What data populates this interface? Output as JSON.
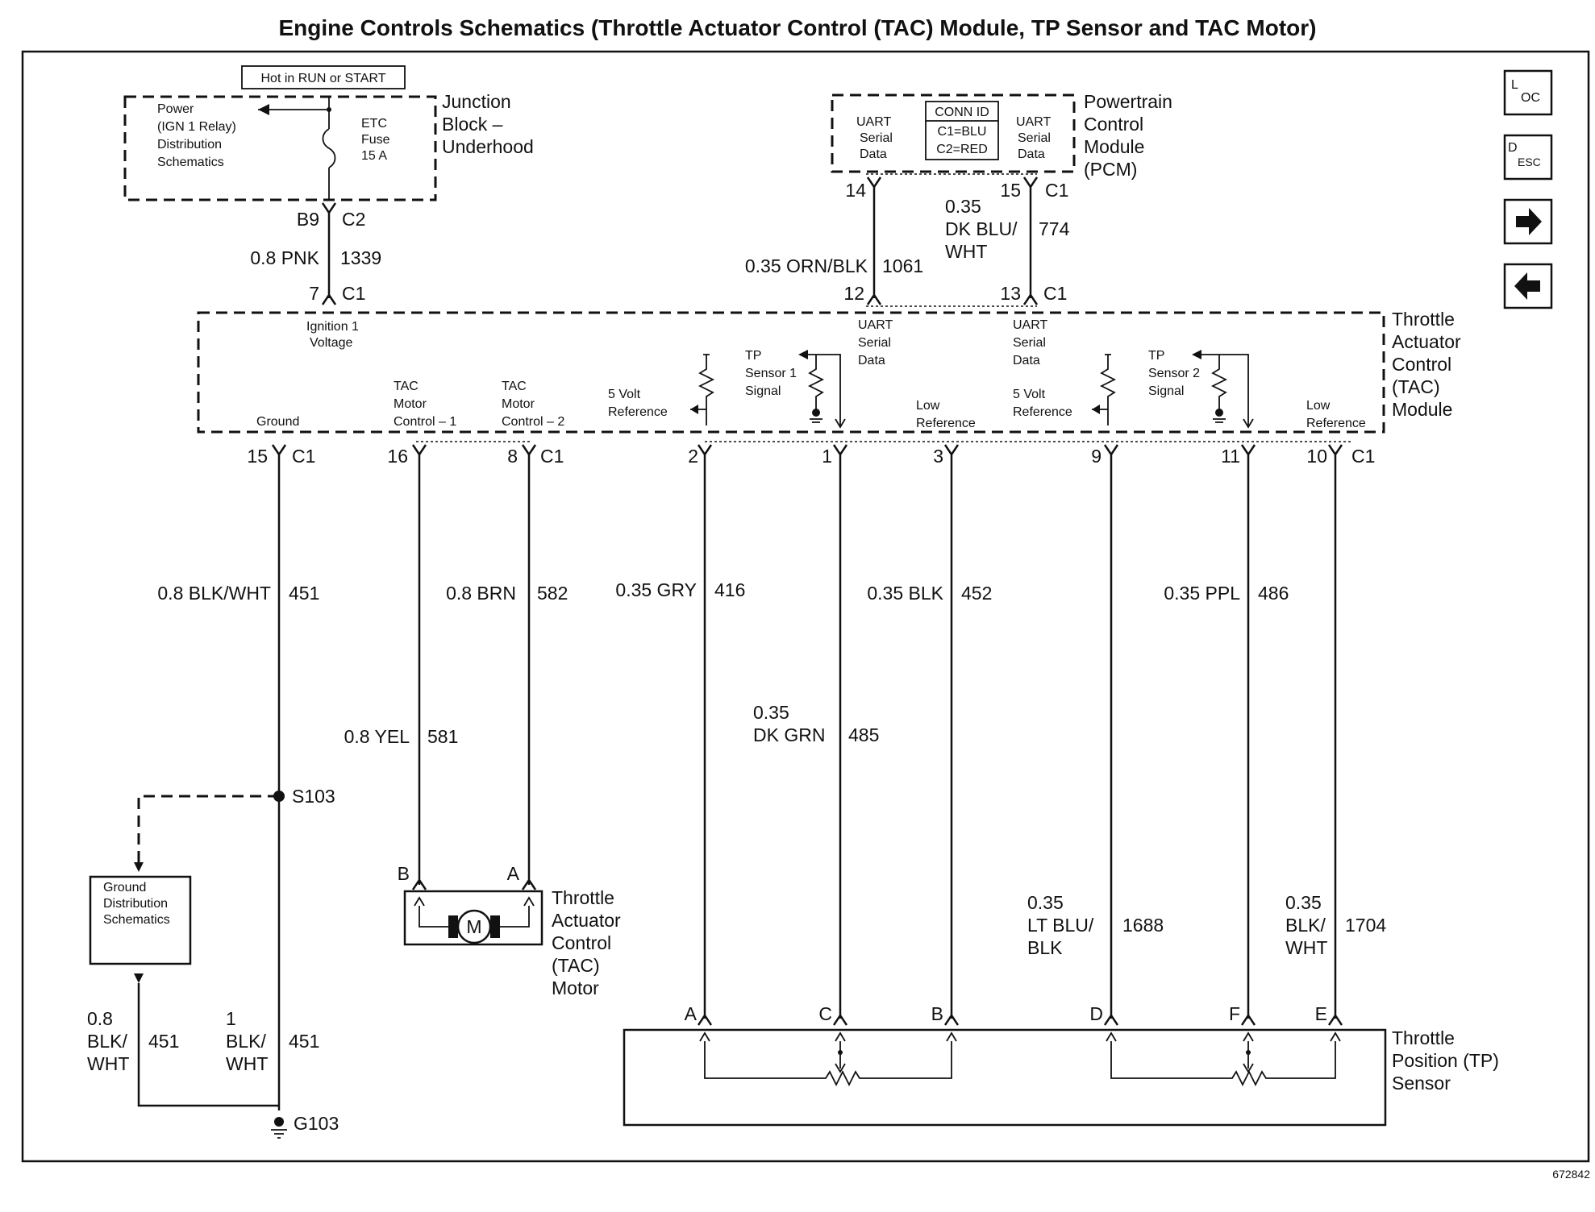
{
  "title": "Engine Controls Schematics (Throttle Actuator Control (TAC) Module, TP Sensor and TAC Motor)",
  "figure_number": "672842",
  "nav_buttons": [
    {
      "name": "loc-button",
      "label_main": "L",
      "label_sub": "OC"
    },
    {
      "name": "desc-button",
      "label_main": "D",
      "label_sub": "ESC"
    },
    {
      "name": "forward-arrow-button",
      "icon": "arrow-right-icon"
    },
    {
      "name": "back-arrow-button",
      "icon": "arrow-left-icon"
    }
  ],
  "junction_block": {
    "hot_label": "Hot in RUN or START",
    "power_label": [
      "Power",
      "(IGN 1 Relay)",
      "Distribution",
      "Schematics"
    ],
    "fuse_label": [
      "ETC",
      "Fuse",
      "15 A"
    ],
    "name": [
      "Junction",
      "Block –",
      "Underhood"
    ],
    "connector_pin": "B9",
    "connector": "C2"
  },
  "pcm": {
    "name": [
      "Powertrain",
      "Control",
      "Module",
      "(PCM)"
    ],
    "left_label": [
      "UART",
      "Serial",
      "Data"
    ],
    "right_label": [
      "UART",
      "Serial",
      "Data"
    ],
    "conn_id_title": "CONN ID",
    "conn_id_lines": [
      "C1=BLU",
      "C2=RED"
    ],
    "pin_left": "14",
    "pin_right": "15",
    "connector": "C1"
  },
  "tac_module": {
    "name": [
      "Throttle",
      "Actuator",
      "Control",
      "(TAC)",
      "Module"
    ],
    "ignition_label": [
      "Ignition 1",
      "Voltage"
    ],
    "labels": {
      "ground": "Ground",
      "motor1": [
        "TAC",
        "Motor",
        "Control – 1"
      ],
      "motor2": [
        "TAC",
        "Motor",
        "Control – 2"
      ],
      "ref5v_1": [
        "5 Volt",
        "Reference"
      ],
      "tp1": [
        "TP",
        "Sensor 1",
        "Signal"
      ],
      "uart1": [
        "UART",
        "Serial",
        "Data"
      ],
      "low1": [
        "Low",
        "Reference"
      ],
      "uart2": [
        "UART",
        "Serial",
        "Data"
      ],
      "ref5v_2": [
        "5 Volt",
        "Reference"
      ],
      "tp2": [
        "TP",
        "Sensor 2",
        "Signal"
      ],
      "low2": [
        "Low",
        "Reference"
      ]
    },
    "top_pins": {
      "ign": "7",
      "uart1": "12",
      "uart2": "13",
      "connector": "C1"
    },
    "bottom_pins": [
      "15",
      "16",
      "8",
      "2",
      "1",
      "3",
      "9",
      "11",
      "10"
    ],
    "bottom_connector": "C1"
  },
  "wires": {
    "pnk": {
      "gauge_color": "0.8 PNK",
      "circuit": "1339"
    },
    "orn_blk": {
      "gauge_color": "0.35 ORN/BLK",
      "circuit": "1061"
    },
    "dk_blu_wht": {
      "gauge_color": [
        "0.35",
        "DK BLU/",
        "WHT"
      ],
      "circuit": "774"
    },
    "ground": {
      "gauge_color": "0.8 BLK/WHT",
      "circuit": "451"
    },
    "yel": {
      "gauge_color": "0.8 YEL",
      "circuit": "581"
    },
    "brn": {
      "gauge_color": "0.8 BRN",
      "circuit": "582"
    },
    "gry": {
      "gauge_color": "0.35 GRY",
      "circuit": "416"
    },
    "dk_grn": {
      "gauge_color": [
        "0.35",
        "DK GRN"
      ],
      "circuit": "485"
    },
    "blk": {
      "gauge_color": "0.35 BLK",
      "circuit": "452"
    },
    "lt_blu_blk": {
      "gauge_color": [
        "0.35",
        "LT BLU/",
        "BLK"
      ],
      "circuit": "1688"
    },
    "ppl": {
      "gauge_color": "0.35 PPL",
      "circuit": "486"
    },
    "blk_wht_1704": {
      "gauge_color": [
        "0.35",
        "BLK/",
        "WHT"
      ],
      "circuit": "1704"
    },
    "gd_left": {
      "gauge_color": [
        "0.8",
        "BLK/",
        "WHT"
      ],
      "circuit": "451"
    },
    "gd_right": {
      "gauge_color": [
        "1",
        "BLK/",
        "WHT"
      ],
      "circuit": "451"
    }
  },
  "splice": "S103",
  "ground_point": "G103",
  "ground_dist": [
    "Ground",
    "Distribution",
    "Schematics"
  ],
  "tac_motor": {
    "name": [
      "Throttle",
      "Actuator",
      "Control",
      "(TAC)",
      "Motor"
    ],
    "pins": [
      "B",
      "A"
    ],
    "symbol": "M"
  },
  "tp_sensor": {
    "name": [
      "Throttle",
      "Position (TP)",
      "Sensor"
    ],
    "pins": [
      "A",
      "C",
      "B",
      "D",
      "F",
      "E"
    ]
  }
}
